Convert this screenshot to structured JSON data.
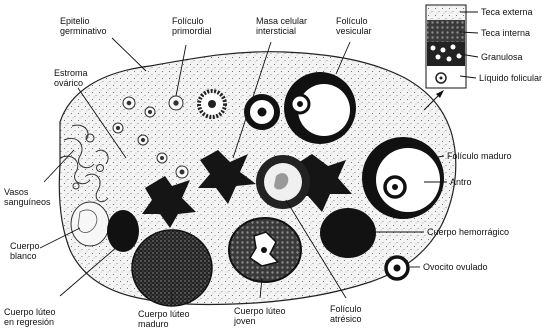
{
  "labels": {
    "epitelio_l1": "Epitelio",
    "epitelio_l2": "germinativo",
    "foliculo_primordial_l1": "Folículo",
    "foliculo_primordial_l2": "primordial",
    "masa_celular_l1": "Masa celular",
    "masa_celular_l2": "intersticial",
    "foliculo_vesicular_l1": "Folículo",
    "foliculo_vesicular_l2": "vesicular",
    "estroma_l1": "Estroma",
    "estroma_l2": "ovárico",
    "vasos_l1": "Vasos",
    "vasos_l2": "sanguíneos",
    "cuerpo_blanco_l1": "Cuerpo",
    "cuerpo_blanco_l2": "blanco",
    "luteo_regresion_l1": "Cuerpo lúteo",
    "luteo_regresion_l2": "en regresión",
    "luteo_maduro_l1": "Cuerpo lúteo",
    "luteo_maduro_l2": "maduro",
    "luteo_joven_l1": "Cuerpo lúteo",
    "luteo_joven_l2": "joven",
    "atresico_l1": "Folículo",
    "atresico_l2": "atrésico",
    "teca_externa": "Teca externa",
    "teca_interna": "Teca interna",
    "granulosa": "Granulosa",
    "liquido_folicular": "Líquido folicular",
    "foliculo_maduro": "Folículo maduro",
    "antro": "Antro",
    "cuerpo_hemorragico": "Cuerpo hemorrágico",
    "ovocito_ovulado": "Ovocito ovulado"
  }
}
